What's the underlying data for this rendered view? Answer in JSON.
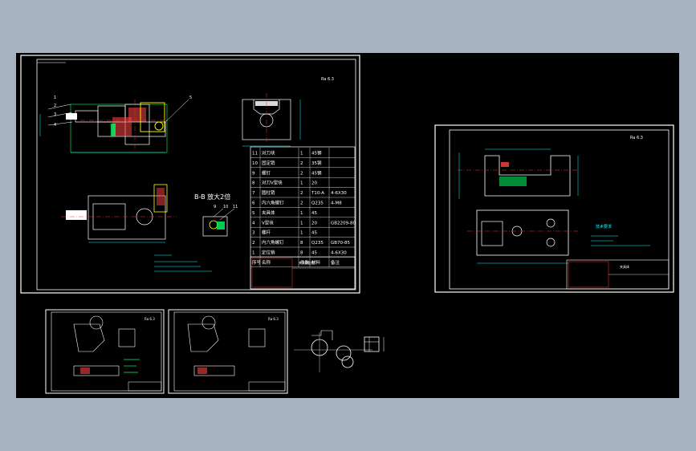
{
  "colors": {
    "background": "#a7b2c0",
    "canvas": "#000000",
    "frame": "#ffffff",
    "green": "#00ff66",
    "cyan": "#00ffff",
    "red": "#ff3333",
    "yellow": "#ffff00",
    "magenta": "#ff44ff",
    "blue": "#3f7fff"
  },
  "sheet1": {
    "roughness": "Ra 6.3",
    "section_label": "B-B 放大2倍",
    "leaders": [
      "1",
      "2",
      "3",
      "4",
      "5"
    ],
    "detail_leaders": [
      "9",
      "10",
      "11"
    ],
    "bom_rows": [
      {
        "no": "11",
        "name": "对刀块",
        "qty": "1",
        "mat": "45钢",
        "note": ""
      },
      {
        "no": "10",
        "name": "固定销",
        "qty": "2",
        "mat": "35钢",
        "note": ""
      },
      {
        "no": "9",
        "name": "螺钉",
        "qty": "2",
        "mat": "45钢",
        "note": ""
      },
      {
        "no": "8",
        "name": "对刀V型块",
        "qty": "1",
        "mat": "20",
        "note": ""
      },
      {
        "no": "7",
        "name": "圆柱销",
        "qty": "2",
        "mat": "T10-A",
        "note": "4-6X30"
      },
      {
        "no": "6",
        "name": "内六角螺钉",
        "qty": "2",
        "mat": "Q235",
        "note": "4-M8"
      },
      {
        "no": "5",
        "name": "夹具体",
        "qty": "1",
        "mat": "45",
        "note": ""
      },
      {
        "no": "4",
        "name": "V型块",
        "qty": "1",
        "mat": "20",
        "note": "GB2209-80"
      },
      {
        "no": "3",
        "name": "螺杆",
        "qty": "1",
        "mat": "45",
        "note": ""
      },
      {
        "no": "2",
        "name": "内六角螺钉",
        "qty": "8",
        "mat": "Q235",
        "note": "GB70-85"
      },
      {
        "no": "1",
        "name": "定位销",
        "qty": "8",
        "mat": "45",
        "note": "4-6X30"
      }
    ],
    "bom_header": {
      "no": "序号",
      "name": "名称",
      "qty": "件数",
      "mat": "材料",
      "note": "备注"
    },
    "title_block": "夹具装配图"
  },
  "sheet2": {
    "roughness": "Ra 6.3",
    "tech_req_title": "技术要求",
    "title_block": "夹具体"
  },
  "sheet3": {
    "roughness": "Ra 6.3"
  },
  "sheet4": {
    "roughness": "Ra 6.3"
  }
}
